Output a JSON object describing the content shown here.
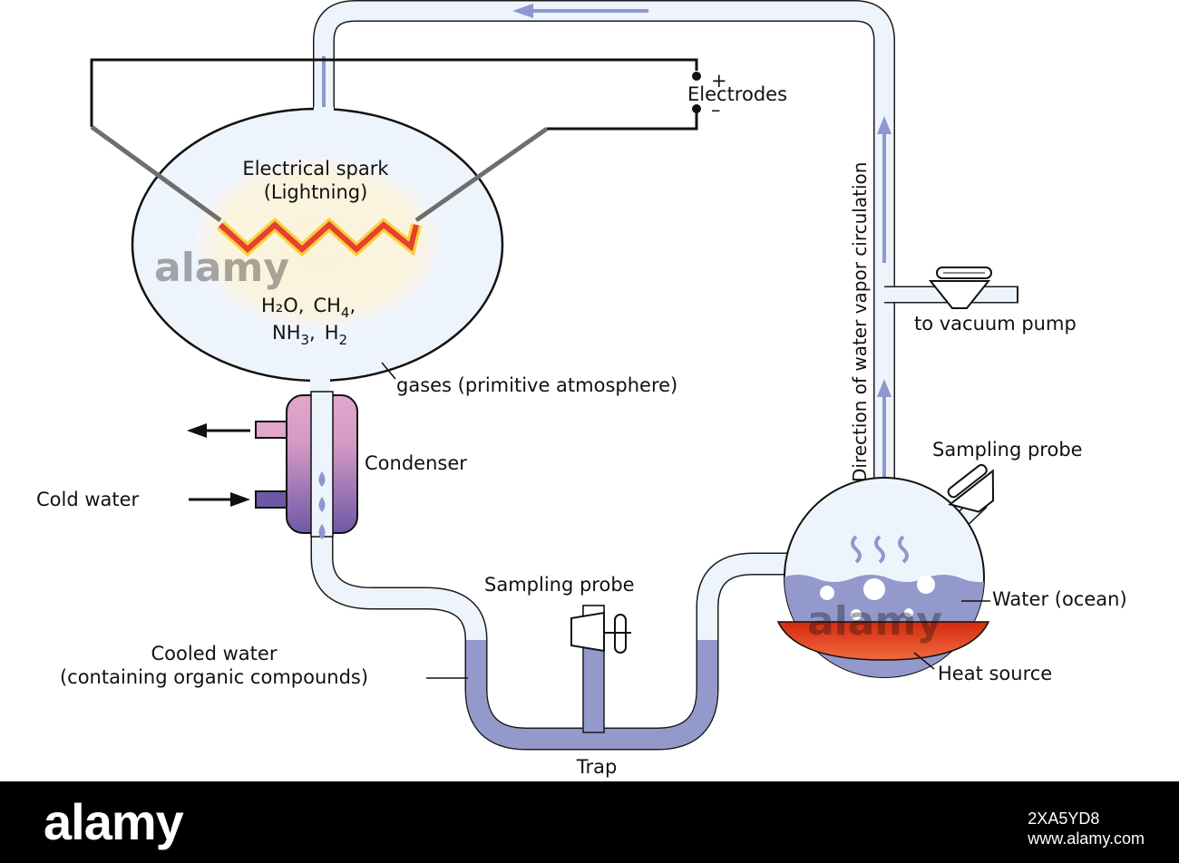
{
  "labels": {
    "electrodes": "Electrodes",
    "plus": "+",
    "minus": "–",
    "spark_line1": "Electrical spark",
    "spark_line2": "(Lightning)",
    "gases": "gases (primitive atmosphere)",
    "condenser": "Condenser",
    "cold_water": "Cold water",
    "vacuum_pump": "to vacuum pump",
    "circulation": "Direction of water vapor circulation",
    "sampling_probe_right": "Sampling probe",
    "sampling_probe_bottom": "Sampling probe",
    "water_ocean": "Water (ocean)",
    "heat_source": "Heat source",
    "cooled_water_line1": "Cooled water",
    "cooled_water_line2": "(containing organic compounds)",
    "trap": "Trap"
  },
  "chemistry": {
    "h2o": "H₂O",
    "ch4_base": "CH",
    "ch4_sub": "4",
    "comma": ",",
    "nh3_base": "NH",
    "nh3_sub": "3",
    "h2_base": "H",
    "h2_sub": "2"
  },
  "watermark": {
    "text": "alamy",
    "image_id": "2XA5YD8",
    "site": "www.alamy.com"
  },
  "colors": {
    "tube_fill": "#eef4fb",
    "vapor_arrow": "#8e97cf",
    "liquid": "#9499cc",
    "spark_red": "#e8402e",
    "spark_yellow": "#f5d23a",
    "heat": "#ee3b1d",
    "condenser_top": "#e3a6cc",
    "condenser_bottom": "#6e58a6",
    "footer_bg": "#000000"
  }
}
